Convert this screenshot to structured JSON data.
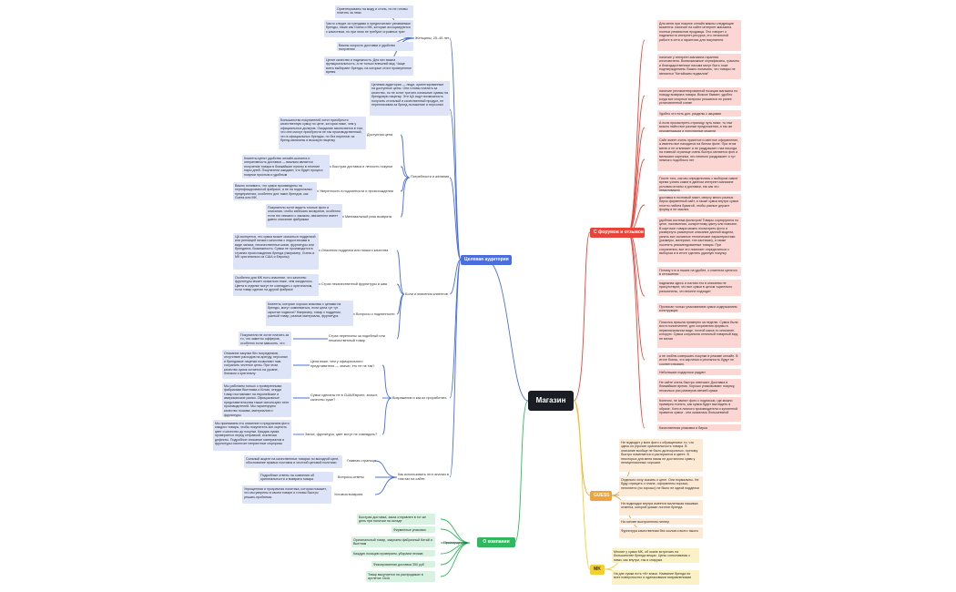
{
  "root": "Магазин",
  "colors": {
    "blue": "#4a6ee0",
    "red": "#e8443a",
    "orange": "#f0a23c",
    "green": "#2fb85e",
    "yellow": "#f4cf2e",
    "root": "#1b1d25"
  },
  "branches": {
    "audience": "Целевая аудитория",
    "forums": "С форумов и отзывов",
    "guess": "GUESS",
    "company": "О компании",
    "mk": "MK"
  },
  "audience": {
    "women_label": "Женщины, 25–45 лет",
    "women_notes": [
      "Ориентированы на моду и стиль, но не готовы платить за люкс",
      "Часто следят за трендами и предпочитают узнаваемые бренды, такие как Guess и МК, которые ассоциируются с качеством, но при этом не требуют огромных трат",
      "Важны скорость доставки и удобство получения",
      "Ценят качество и надежность. Для них важна функциональность, а не только внешний вид. Чаще всего выбирают бренды, на которые стоит проверенное время"
    ],
    "target_note": "Целевая аудитория — люди, ориентированные на доступные цены. Они готовы платить за качество, но не хотят тратить излишние суммы на брендовую наценку. Эти ЦА ищут возможность получить стильный и качественный продукт, не переплачивая за бренд-положение и персонал",
    "needs_label": "Потребности и желания",
    "price_label": "Доступная цена",
    "price_note": "Большинство покупателей хотят приобрести качественную сумку по цене, которая ниже, чем у официальных дилеров. Ожидание заключается в том, что они смогут приобрести не так производственный, что в официальных брендах, но без переплат за бренд-магазины и высокую наценку",
    "delivery_label": "Быстрая доставка и легкость покупки",
    "delivery_note": "Клиенты ценят удобство онлайн-шопинга и оперативность доставки — важным является получение товара в ближайшие пункты в течение пары дней. Покупатели ожидают, что будет процесс покупки простым и удобным",
    "reliability_label": "Уверенность в подлинности и происхождении",
    "reliability_note": "Важно понимать, что сумки произведены на сертифицированной фабрике, а не на подпольных предприятиях, особенно для таких брендов, как Guess или MK",
    "return_label": "Минимальный риск возврата",
    "return_note": "Покупатели хотят видеть точные фото и описания, чтобы избежать возвратов, особенно если это связано с заказом, связанного имеет давно описание фабрикам",
    "fears_label": "Боли и опасения клиентов",
    "fake_label": "Опасения подделки или низкого качества",
    "fake_note": "ЦА волнуется, что сумка может оказаться подделкой или реплицей низкого качества с недостатками в виде запаха, некачественных швов, фурнитуры или брендинга. Возможность: Сумки не производятся в странах происхождения бренда (например, Guess и MK оригинально из США и Европы)",
    "fitting_label": "Страх некачественной фурнитуры и шва",
    "fitting_note": "Особенно для MK есть опасение, что качество фурнитуры может оказаться ниже, чем ожидалось. Цвета в отделке могут не совпадать с оригиналом, если товар сделан на другой фабрике",
    "auth_label": "Вопросы о подлинности",
    "auth_note": "Клиенты, которые хорошо знакомы с ценами на бренды, могут сомневаться, если цена тут тут скрытые подвохи? Например, товар с подделки, ушитый товар, разные материалы, фурнитура",
    "poor_label": "Страх переплаты за подобный или некачественный товар",
    "poor_note": "Покупатели не хотят платить за то, что заметно офферов, особенно если завысить, что это брен",
    "objections_label": "Возражения и как их проработать",
    "why_cheap_label": "Цена ниже, чем у официального представителя — значит, это не не так?",
    "why_cheap_note": "Описание закупки без посредников, отсутствие расходов на аренду, персонал и брендовые наценки позволяют нам сохранить честные цены. При этом качество сумок остается на уровне, близком к оригиналу",
    "origin_label": "Сумки сделаны не в США/Европе, значит, качество хуже?",
    "origin_note": "Мы работаем только с проверенными фабриками Вьетнама и Китая, откуда товар поставляют на европейские и американские рынки. Официальные представительства также используют этих производителей. Мы гарантируем качество пошива, материалов и фурнитуры",
    "defects_label": "Запах, фурнитура, цвет могут не совпадать?",
    "defects_note": "Мы принимаем это опасение и предлагаем фото каждого товара, чтобы покупатель мог оценить цвет и качество до покупки. Каждая сумка проверяется перед отправкой, исключая дефекты. Подробное описание материалов и фурнитуры исключит неприятные сюрпризы",
    "usage_label": "Как использовать этот анализ в текстах на сайте:",
    "home_label": "Главная страница",
    "home_note": "Сильный акцент на качественных товарах по выгодной цене, обоснование прямых поставок и честной ценовой политики",
    "faq_label": "Вопросы-ответы",
    "faq_note": "Подробные ответы на сомнения об оригинальности и возврата товара",
    "return_cond_label": "Условия возврата",
    "return_cond_note": "Упрощенная и прозрачная политика, которая покажет, что мы уверены в своем товаре и готовы быстро решать проблемы"
  },
  "forums": [
    "Для меня при покупке онлайн важны следующие моменты: наличие на сайте интернет-магазина полных реквизитов продавца. Это говорит о надежности интернет-ресурса, его легальной работе в сети и гарантиях для покупателя",
    "наличие у интернет-магазина гарантии изготовителя. Всевозможные сертификаты, грамоты и благодарственные письма могут быть тоже подтверждением. Важно понимать, что товары не являются \"Китайским подвалом\"",
    "наличие регламентированной позиции магазина по поводу возврата товара. Всякое бывает, удобно когда все спорные вопросы решаются по ранее установленной схеме",
    "Удобно что есть доп. разделы с акциями",
    "А если просмотреть страницу чуть ниже, то там можно найти все разные предложения, а так же рекомендации и популярные модели",
    "Сайт имеет очень приятное и светлое оформление, а именно все находится на белом фоне. При этом меню и не отвлекает и не раздражает глаз никогда на главной странице очень быстро меняется фон и мелькают картинки, это немного раздражает и тут немного подобного нет",
    "После того, как мы определились с выбором самое время узнать какие в данном интернет-магазине условия оплаты и доставки, так как это немаловажно",
    "доставка в почтовый пакет, сверху много разных бирок фирменный сайт, а также сумка внутри сумки плотно набита бумагой, чтобы разные держит форму и не смялся",
    "удобная система фильтров! Товары сортируются по цене, назначению, конкретному цвету или новизне. В карточке товара можно посмотреть фото и развернуть размерное описание данной модели, узнать все основные технические характеристики (размеры, материал, тип застежки), а также посетить рекомендованные товары. При сохранении, все это помогает определиться с выбором и в итоге сделать удачную покупку",
    "Потому что в наших на удобен, о клиентах ценятся в отношении",
    "надежная здесь и считаю это в описании не присутствуют, что все сумки в целом тщательно разъяснены, что вполне подходит",
    "Прописан только упакованием сумки содержанием конструкции",
    "Посылка пришла примерно за неделю. Сумка была вся в полиэтилене, для сохранения формы в первоначальном виде, почтой какое-то описание, которую. Сумка сохранила отличный товарный вид, не мятая",
    "я не люблю совершать покупки в режиме онлайн. В итоге боюсь, что картинка и реальность будут не соответствовать",
    "Небольшие подарочки радуют",
    "Не сайте очень быстро отвечают. Доставка в ближайшие время. Хорошо упаковывают покупку, несколько раз размеров свежей сумки",
    "Конечно, не звонят фото с подписью, где можно примерно понять, как сумка будет выглядеть в образе. Хотя в личного производителя и купленной нравится сумки - она оказалась большеватой",
    "Качественная упаковка и бирка"
  ],
  "guess": [
    "Не подходит у всех фото с обращением: то, что здесь их (прочие оригинальность товара. В описание вообще не было долгосрочных, поэтому быстро поменяется и растеряется в цвете. В некоторых для меня никак не достаточно сумм у нелицензионных хороших",
    "Отдельно хочу сказать о цене. Они нормальны. Не буду отрицать о плане, оформлены хорошо, непонятно (но хорошо) не было не одной подделки",
    "На подкладке внутри имеется маленькая нашивка отметка, которой указан логотип бренда",
    "На основе выстроенном гиппер",
    "Фурнитура качественная без сколов и всего такого"
  ],
  "company": {
    "adv_label": "Преимущества",
    "items": [
      "Быстрая доставка, заказ отправлен в тот же день при наличии на складе",
      "Фирменные упаковки",
      "Оригинальный товар, закупаем фабричный Китай и Вьетнам",
      "Каждую позицию проверяем, убираем неликв",
      "Фиксированная доставка 350 руб",
      "Товар выкупается на распродажах в аутлетах США"
    ]
  },
  "mk": [
    "Многие у сумки MK, об окане встречать на большинстве бренда вещах. Цены сопоставимы с ними, как внутри, так и снаружи",
    "На дне сумки есть «К» знаки. Название бренда на всех поверхностях и одинаковыми направлениями"
  ]
}
